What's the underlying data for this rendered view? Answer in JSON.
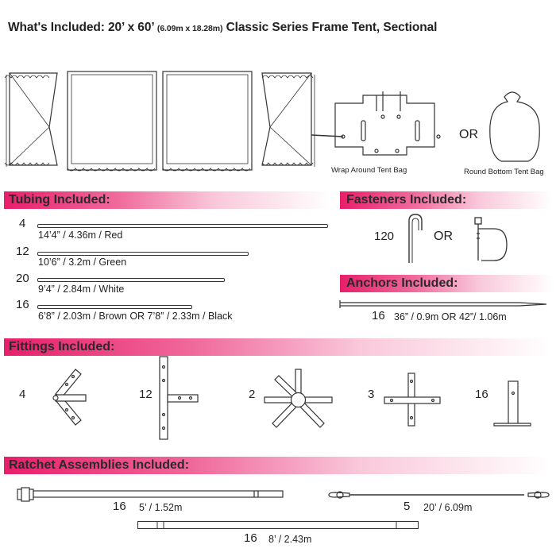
{
  "title": {
    "main": "What's Included: 20’ x 60’",
    "metric": "(6.09m x 18.28m)",
    "rest": "Classic Series Frame Tent, Sectional"
  },
  "bags": {
    "or_label": "OR",
    "wrap_label": "Wrap Around Tent Bag",
    "round_label": "Round Bottom Tent Bag"
  },
  "tubing": {
    "header": "Tubing Included:",
    "items": [
      {
        "qty": "4",
        "label": "14’4” / 4.36m  /  Red"
      },
      {
        "qty": "12",
        "label": "10’6” / 3.2m  /  Green"
      },
      {
        "qty": "20",
        "label": "9’4” / 2.84m  /  White"
      },
      {
        "qty": "16",
        "label": "6’8” / 2.03m  /  Brown   OR   7’8” / 2.33m  /  Black"
      }
    ]
  },
  "fasteners": {
    "header": "Fasteners Included:",
    "qty": "120",
    "or_label": "OR"
  },
  "anchors": {
    "header": "Anchors Included:",
    "qty": "16",
    "label": "36” / 0.9m   OR   42”/ 1.06m"
  },
  "fittings": {
    "header": "Fittings Included:",
    "items": [
      {
        "qty": "4"
      },
      {
        "qty": "12"
      },
      {
        "qty": "2"
      },
      {
        "qty": "3"
      },
      {
        "qty": "16"
      }
    ]
  },
  "ratchets": {
    "header": "Ratchet Assemblies Included:",
    "items": [
      {
        "qty": "16",
        "label": "5’ / 1.52m"
      },
      {
        "qty": "5",
        "label": "20’ / 6.09m"
      },
      {
        "qty": "16",
        "label": "8’ / 2.43m"
      }
    ]
  },
  "colors": {
    "accent": "#e71f6a",
    "line": "#333333"
  }
}
